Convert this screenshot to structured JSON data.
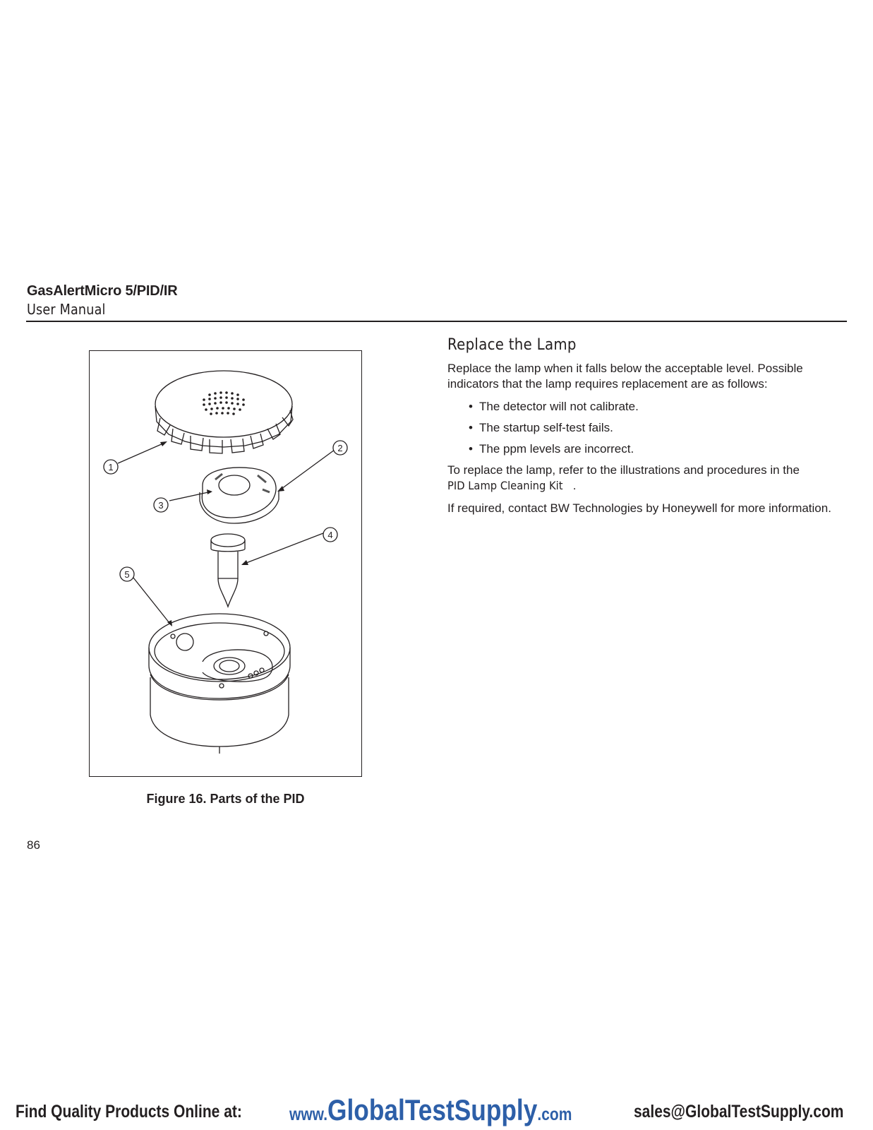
{
  "header": {
    "title": "GasAlertMicro 5/PID/IR",
    "subtitle": "User Manual"
  },
  "figure": {
    "callouts": [
      "1",
      "2",
      "3",
      "4",
      "5"
    ],
    "caption": "Figure 16. Parts of the PID"
  },
  "section": {
    "heading": "Replace the Lamp",
    "para1": "Replace the lamp when it falls below the acceptable level. Possible indicators that the lamp requires replacement are as follows:",
    "bullets": [
      "The detector will not calibrate.",
      "The startup self-test fails.",
      "The ppm levels are incorrect."
    ],
    "para2_before": "To replace the lamp, refer to the illustrations and procedures in the",
    "para2_kit": "PID Lamp Cleaning Kit",
    "para2_after": ".",
    "para3": "If required, contact BW Technologies by Honeywell for more information."
  },
  "page_number": "86",
  "footer": {
    "left": "Find Quality Products Online at:",
    "url_prefix": "www.",
    "url_main": "GlobalTestSupply",
    "url_suffix": ".com",
    "email": "sales@GlobalTestSupply.com"
  },
  "colors": {
    "text": "#231f20",
    "footer_url": "#2d5fa8"
  }
}
